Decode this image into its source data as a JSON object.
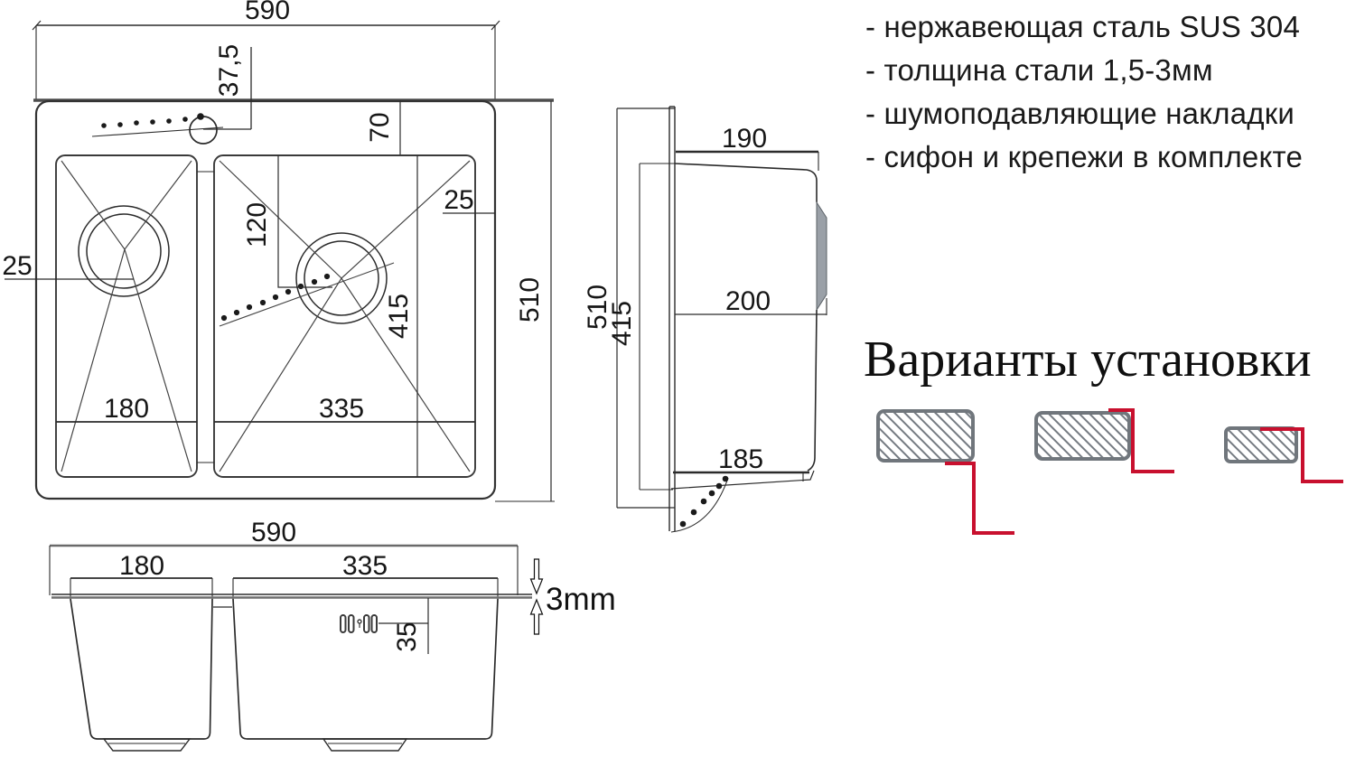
{
  "features": {
    "line1": "- нержавеющая сталь SUS 304",
    "line2": "- толщина стали 1,5-3мм",
    "line3": "- шумоподавляющие накладки",
    "line4": "- сифон и крепежи в комплекте"
  },
  "installation": {
    "heading": "Варианты установки"
  },
  "top_view": {
    "width": "590",
    "faucet_offset": "37,5",
    "rim_to_bowl": "70",
    "hole_center": "120",
    "right_gap": "25",
    "left_gap": "25",
    "depth": "510",
    "bowl_depth": "415",
    "left_bowl_width": "180",
    "right_bowl_width": "335"
  },
  "side_view": {
    "top_width": "190",
    "depth": "510",
    "opening": "415",
    "bowl_height": "200",
    "bottom_width": "185"
  },
  "front_view": {
    "width": "590",
    "left_bowl_width": "180",
    "right_bowl_width": "335",
    "rim_thickness": "3mm",
    "overflow_offset": "35"
  },
  "colors": {
    "line": "#2b2b2b",
    "accent_red": "#c8102e",
    "hatch_gray": "#757b82",
    "bump_gray": "#9aa0a7"
  }
}
